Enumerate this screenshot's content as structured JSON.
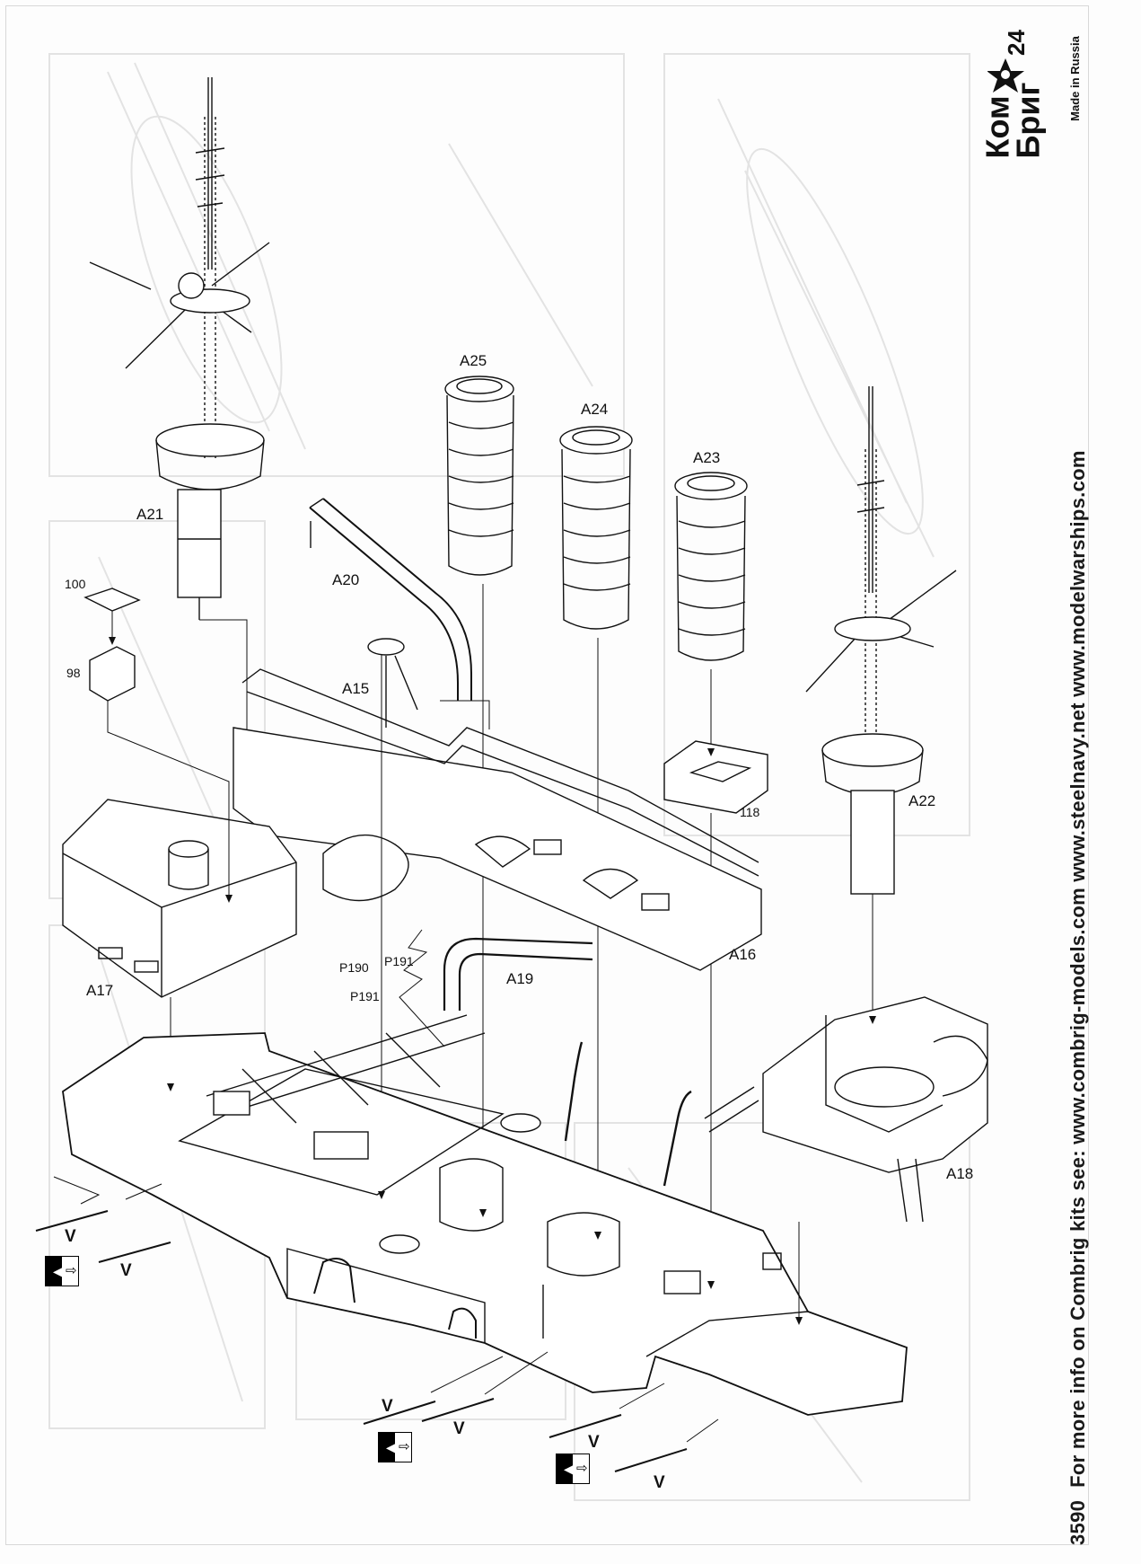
{
  "page": {
    "number": "24",
    "sheet_code": "3590"
  },
  "brand": {
    "name_line1": "Ком",
    "name_line2": "Бриг",
    "tagline": "Made in Russia",
    "emblem_icon": "star-anchor-icon"
  },
  "footer": {
    "info_text": "For more info on Combrig kits see: www.combrig-models.com www.steelnavy.net www.modelwarships.com"
  },
  "parts": {
    "A21": "A21",
    "A20": "A20",
    "A25": "A25",
    "A24": "A24",
    "A23": "A23",
    "A22": "A22",
    "A15": "A15",
    "A16": "A16",
    "A17": "A17",
    "A18": "A18",
    "A19": "A19",
    "p100": "100",
    "p98": "98",
    "p118": "118",
    "p190": "P190",
    "p191a": "P191",
    "p191b": "P191"
  },
  "callouts": {
    "v": "V"
  },
  "icons": {
    "note_symbol": "photo-etch-direction-icon"
  }
}
